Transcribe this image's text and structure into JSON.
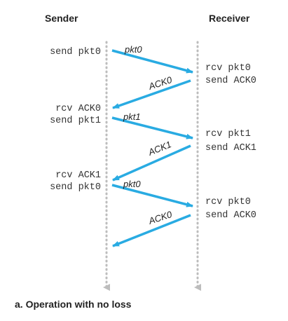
{
  "headers": {
    "sender": "Sender",
    "receiver": "Receiver"
  },
  "sender_events": [
    [
      "send pkt0"
    ],
    [
      "rcv ACK0",
      "send pkt1"
    ],
    [
      "rcv ACK1",
      "send pkt0"
    ]
  ],
  "receiver_events": [
    [
      "rcv pkt0",
      "send ACK0"
    ],
    [
      "rcv pkt1",
      "send ACK1"
    ],
    [
      "rcv pkt0",
      "send ACK0"
    ]
  ],
  "messages": [
    {
      "label": "pkt0",
      "direction": "sender-to-receiver"
    },
    {
      "label": "ACK0",
      "direction": "receiver-to-sender"
    },
    {
      "label": "pkt1",
      "direction": "sender-to-receiver"
    },
    {
      "label": "ACK1",
      "direction": "receiver-to-sender"
    },
    {
      "label": "pkt0",
      "direction": "sender-to-receiver"
    },
    {
      "label": "ACK0",
      "direction": "receiver-to-sender"
    }
  ],
  "caption": "a. Operation with no loss",
  "colors": {
    "arrow": "#29abe2",
    "timeline": "#bdbdbd"
  }
}
